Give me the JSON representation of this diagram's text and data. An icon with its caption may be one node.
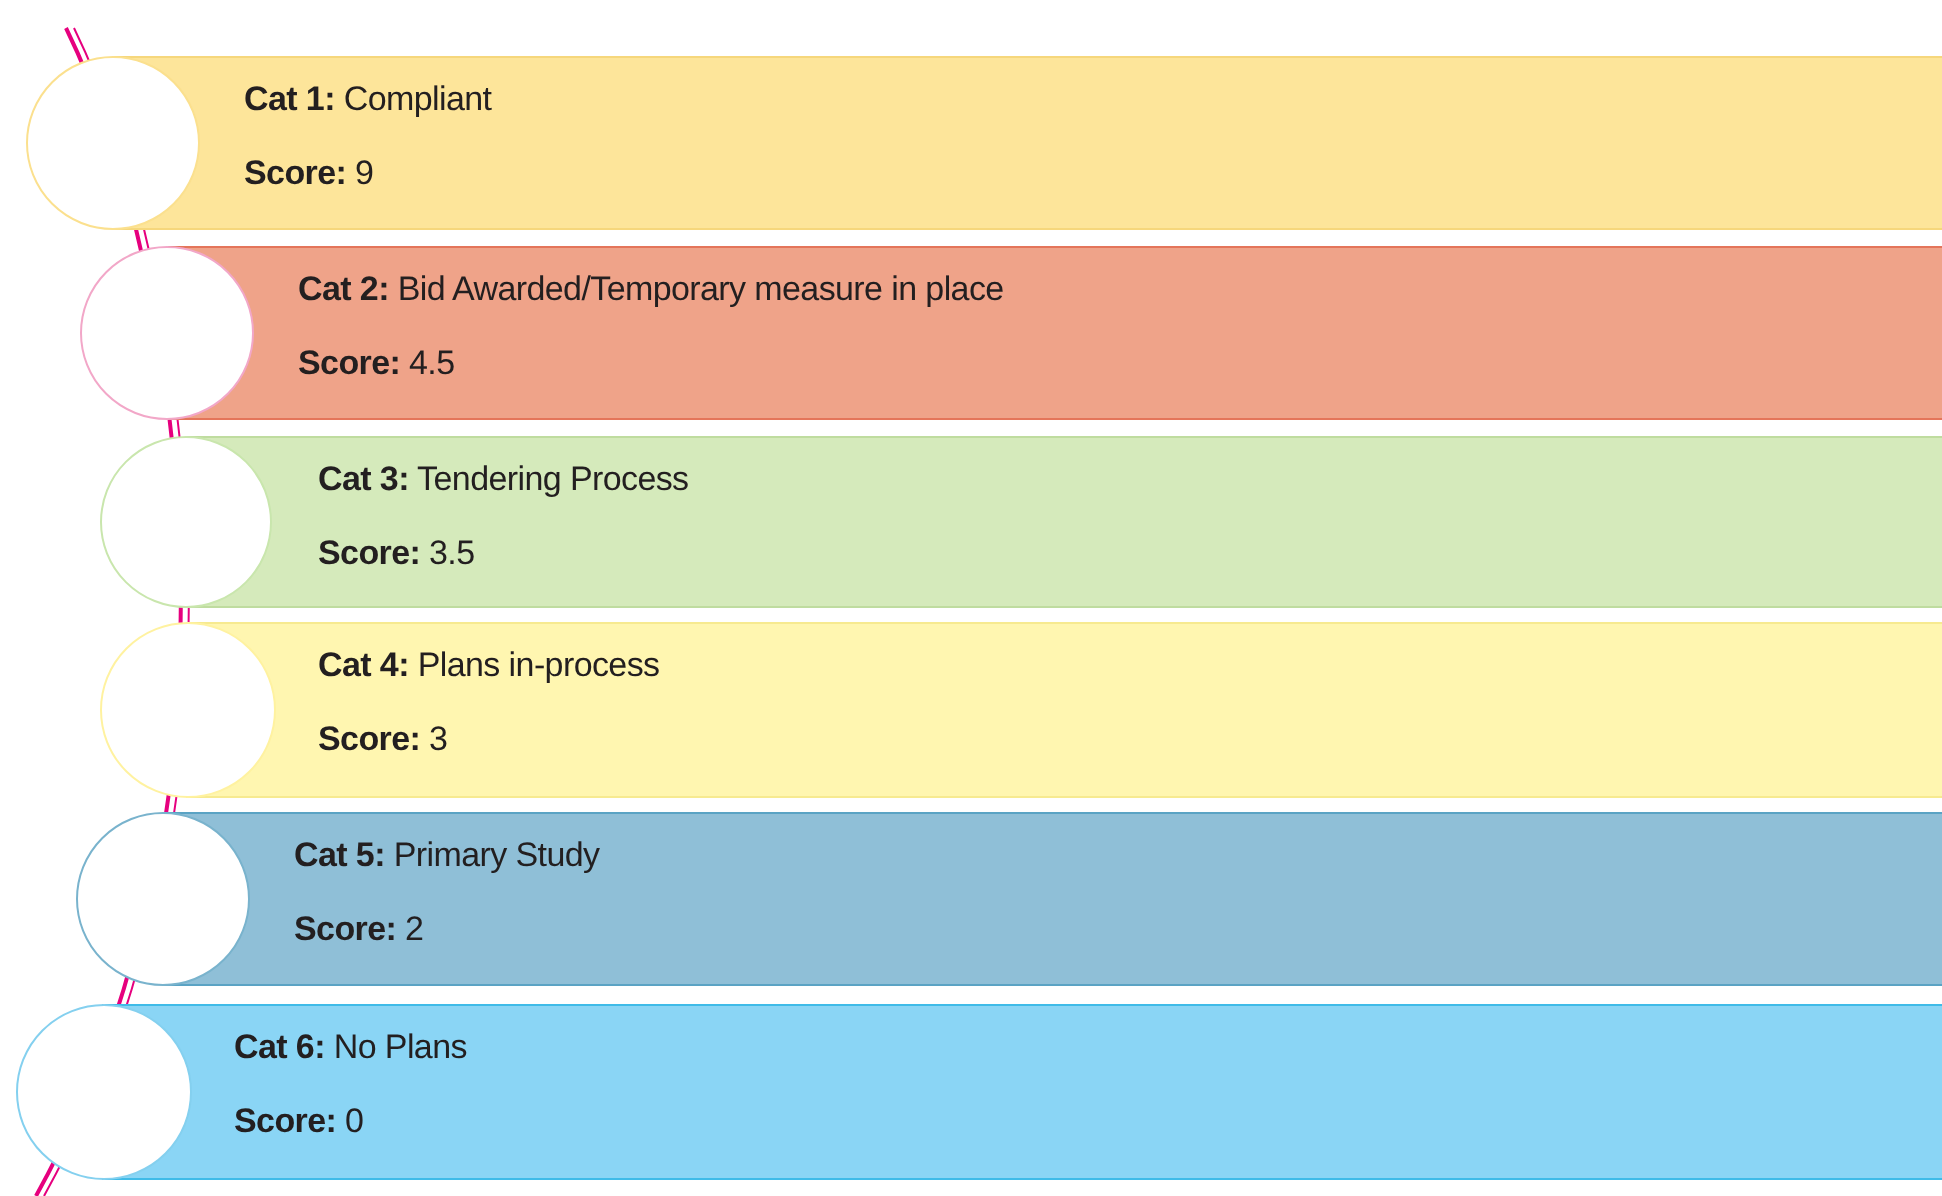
{
  "diagram": {
    "nodes": [
      {
        "text": [
          "**Cat 1:** Compliant",
          "**Score:** 9"
        ]
      },
      {
        "text": [],
        "shape": "circle",
        "in": 0
      },
      {
        "text": [
          "**Cat 2:** Bid Awarded/Temporary measure in place",
          "**Score:** 4.5"
        ]
      },
      {
        "text": [],
        "shape": "circle",
        "in": 2
      },
      {
        "text": [
          "**Cat 3:** Tendering Process",
          "**Score:** 3.5"
        ]
      },
      {
        "text": [],
        "shape": "circle",
        "in": 4
      },
      {
        "text": [
          "**Cat 4:** Plans in-process",
          "**Score:** 3"
        ]
      },
      {
        "text": [],
        "shape": "circle",
        "in": 6
      },
      {
        "text": [
          "**Cat 5:** Primary Study",
          "**Score:** 2"
        ]
      },
      {
        "text": [],
        "shape": "circle",
        "in": 8
      },
      {
        "text": [
          "**Cat 6:** No Plans",
          "**Score:** 0"
        ]
      },
      {
        "text": [],
        "shape": "circle",
        "in": 10
      }
    ]
  }
}
